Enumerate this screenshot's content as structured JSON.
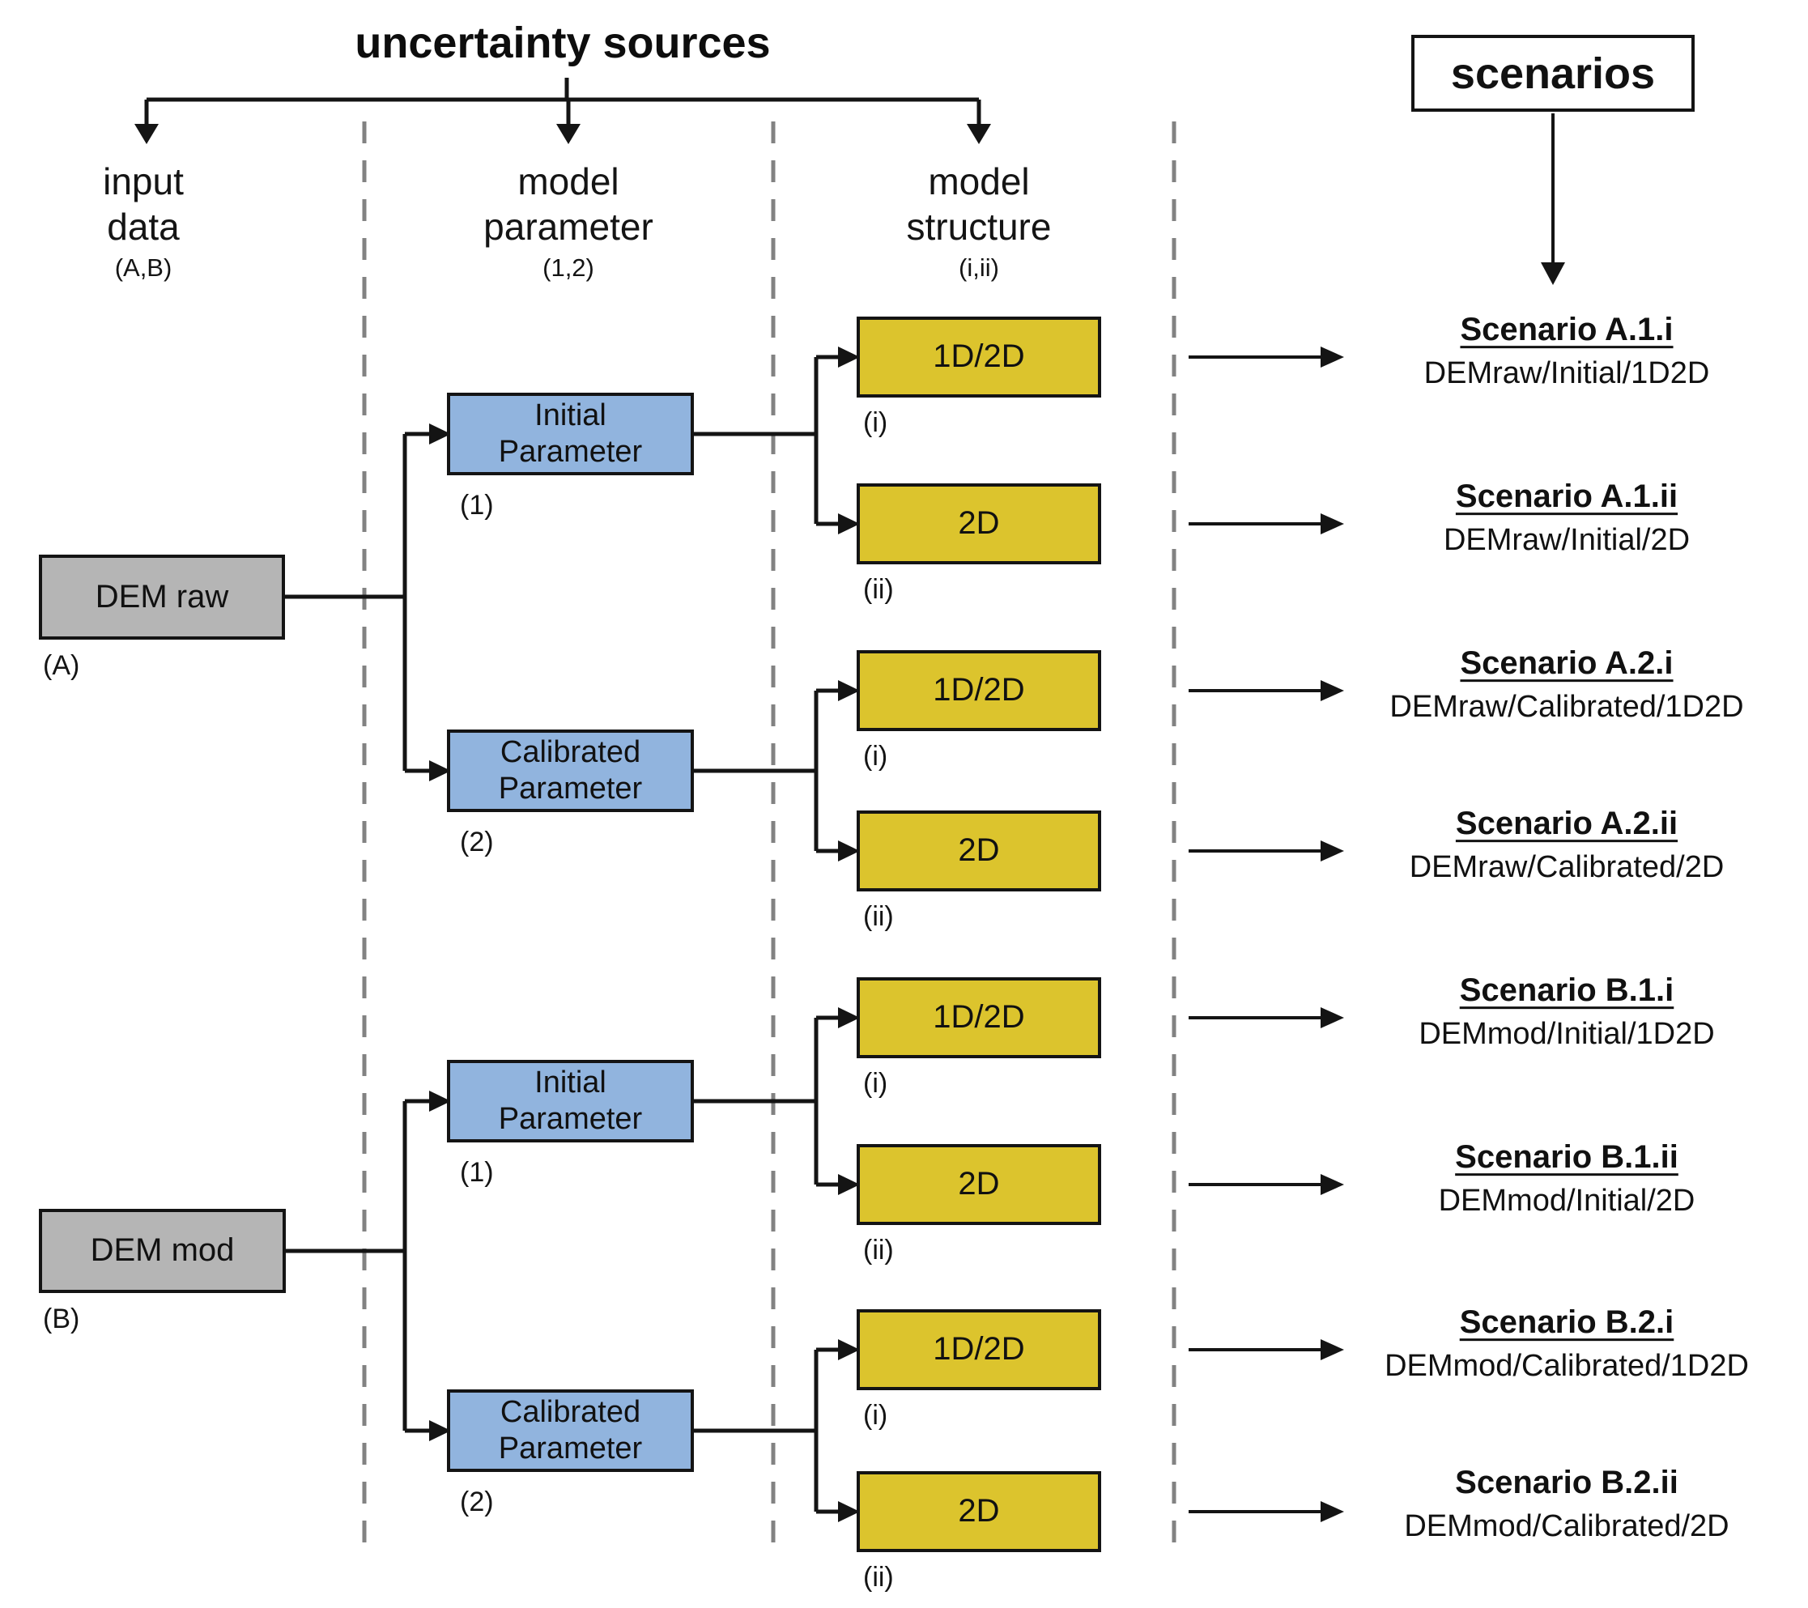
{
  "title": "uncertainty sources",
  "scenarios_header": "scenarios",
  "columns": [
    {
      "line1": "input",
      "line2": "data",
      "sub": "(A,B)"
    },
    {
      "line1": "model",
      "line2": "parameter",
      "sub": "(1,2)"
    },
    {
      "line1": "model",
      "line2": "structure",
      "sub": "(i,ii)"
    }
  ],
  "input_boxes": [
    {
      "label": "DEM raw",
      "tag": "(A)"
    },
    {
      "label": "DEM mod",
      "tag": "(B)"
    }
  ],
  "parameter_boxes": [
    {
      "line1": "Initial",
      "line2": "Parameter",
      "tag": "(1)"
    },
    {
      "line1": "Calibrated",
      "line2": "Parameter",
      "tag": "(2)"
    },
    {
      "line1": "Initial",
      "line2": "Parameter",
      "tag": "(1)"
    },
    {
      "line1": "Calibrated",
      "line2": "Parameter",
      "tag": "(2)"
    }
  ],
  "structure_boxes": [
    {
      "label": "1D/2D",
      "tag": "(i)"
    },
    {
      "label": "2D",
      "tag": "(ii)"
    },
    {
      "label": "1D/2D",
      "tag": "(i)"
    },
    {
      "label": "2D",
      "tag": "(ii)"
    },
    {
      "label": "1D/2D",
      "tag": "(i)"
    },
    {
      "label": "2D",
      "tag": "(ii)"
    },
    {
      "label": "1D/2D",
      "tag": "(i)"
    },
    {
      "label": "2D",
      "tag": "(ii)"
    }
  ],
  "scenarios": [
    {
      "title": "Scenario A.1.i",
      "path": "DEMraw/Initial/1D2D",
      "underline": true
    },
    {
      "title": "Scenario A.1.ii",
      "path": "DEMraw/Initial/2D",
      "underline": true
    },
    {
      "title": "Scenario A.2.i",
      "path": "DEMraw/Calibrated/1D2D",
      "underline": true
    },
    {
      "title": "Scenario A.2.ii",
      "path": "DEMraw/Calibrated/2D",
      "underline": true
    },
    {
      "title": "Scenario B.1.i",
      "path": "DEMmod/Initial/1D2D",
      "underline": true
    },
    {
      "title": "Scenario B.1.ii",
      "path": "DEMmod/Initial/2D",
      "underline": true
    },
    {
      "title": "Scenario B.2.i",
      "path": "DEMmod/Calibrated/1D2D",
      "underline": true
    },
    {
      "title": "Scenario B.2.ii",
      "path": "DEMmod/Calibrated/2D",
      "underline": false
    }
  ],
  "colors": {
    "input_fill": "#b5b5b5",
    "parameter_fill": "#91b4de",
    "structure_fill": "#dcc42d",
    "line": "#141414",
    "dashed_separator": "#828282"
  }
}
